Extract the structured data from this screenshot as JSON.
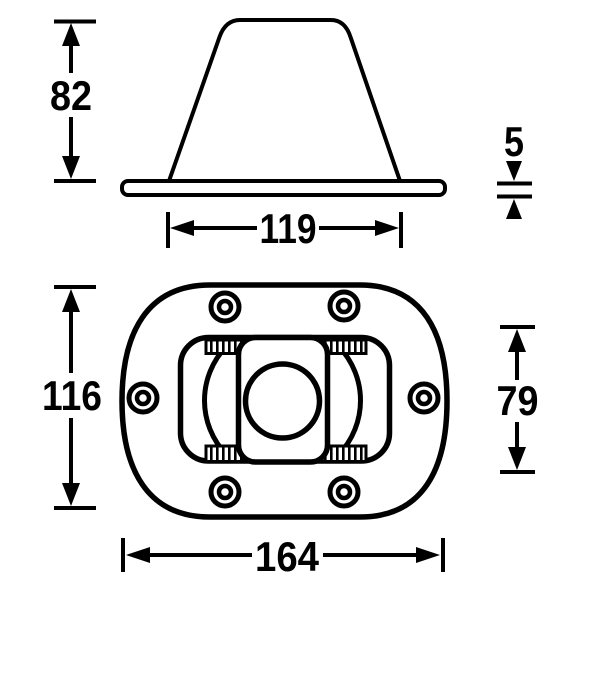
{
  "drawing": {
    "background_color": "#ffffff",
    "line_color": "#000000",
    "side_view": {
      "dims": {
        "height": "82",
        "plate_thickness": "5",
        "base_width": "119"
      }
    },
    "plan_view": {
      "dims": {
        "overall_height": "116",
        "inner_height": "79",
        "overall_width": "164"
      }
    }
  }
}
